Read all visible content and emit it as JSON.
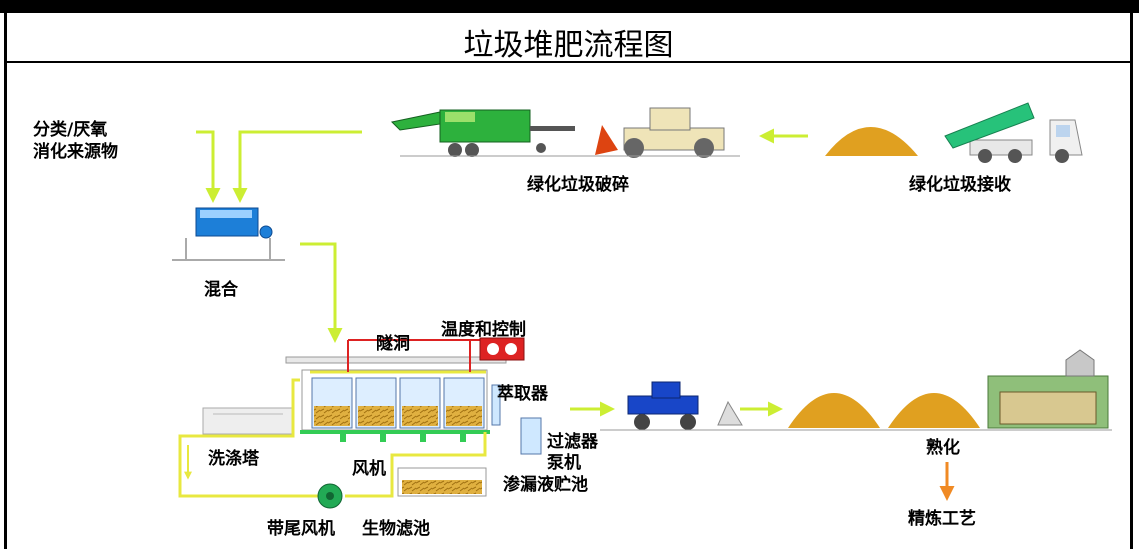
{
  "title": "垃圾堆肥流程图",
  "labels": {
    "source": [
      "分类/厌氧",
      "消化来源物"
    ],
    "crush": "绿化垃圾破碎",
    "receive": "绿化垃圾接收",
    "mix": "混合",
    "tunnel": "隧洞",
    "temp_control": "温度和控制",
    "extractor": "萃取器",
    "scrubber": "洗涤塔",
    "fan": "风机",
    "filter": "过滤器",
    "pump": "泵机",
    "leachate": "渗漏液贮池",
    "tail_fan": "带尾风机",
    "biofilter": "生物滤池",
    "maturation": "熟化",
    "refining": "精炼工艺"
  },
  "colors": {
    "arrow": "#ccee33",
    "compost": "#e0a020",
    "truck_green": "#22c07a",
    "loader_blue": "#1846c8",
    "orange_arrow": "#f08a24",
    "control_red": "#dd2222"
  }
}
